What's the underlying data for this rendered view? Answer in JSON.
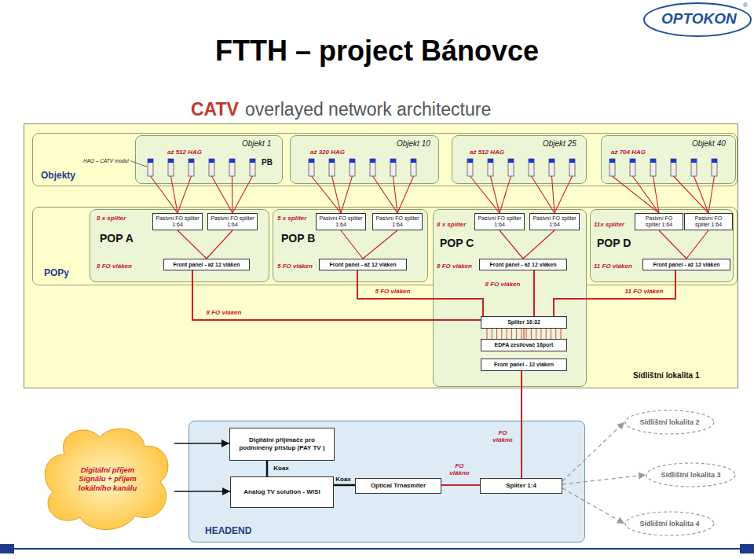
{
  "diagram": {
    "title": "FTTH – project Bánovce",
    "nodes": [
      {
        "text": [
          "Sídlištní lokalita 1"
        ]
      },
      {
        "text": [
          "Objekty"
        ],
        "in": 0
      },
      {
        "text": [
          "Objekt 1",
          "až 512 HAG",
          "PB"
        ],
        "in": 1
      },
      {
        "text": [
          "Objekt 10",
          "až 320 HAG"
        ],
        "in": 1
      },
      {
        "text": [
          "Objekt 25",
          "až 512 HAG"
        ],
        "in": 1
      },
      {
        "text": [
          "Objekt 40",
          "až 704 HAG"
        ],
        "in": 1
      },
      {
        "text": [
          "POPy"
        ],
        "in": 0
      },
      {
        "text": [
          "8 x spliter",
          "POP A",
          "8 FO vláken"
        ],
        "in": 6
      },
      {
        "text": [
          "Pasivní FO spliter 1:64"
        ],
        "in": 7
      },
      {
        "text": [
          "Pasivní FO spliter 1:64"
        ],
        "in": 7
      },
      {
        "text": [
          "Front panel - až 12 vláken"
        ],
        "in": 7
      },
      {
        "text": [
          "5 x spliter",
          "POP B",
          "5 FO vláken"
        ],
        "in": 6
      },
      {
        "text": [
          "Pasivní FO spliter 1:64"
        ],
        "in": 11
      },
      {
        "text": [
          "Pasivní FO spliter 1:64"
        ],
        "in": 11
      },
      {
        "text": [
          "Front panel - až 12 vláken"
        ],
        "in": 11
      },
      {
        "text": [
          "8 x spliter",
          "POP C",
          "8 FO vláken"
        ],
        "in": 6
      },
      {
        "text": [
          "Pasivní FO spliter 1:64"
        ],
        "in": 15
      },
      {
        "text": [
          "Pasivní FO spliter 1:64"
        ],
        "in": 15
      },
      {
        "text": [
          "Front panel - až 12 vláken"
        ],
        "in": 15
      },
      {
        "text": [
          "Spliter 16:32"
        ],
        "in": 15
      },
      {
        "text": [
          "EDFA zesilovač 16port"
        ],
        "in": 15
      },
      {
        "text": [
          "Front panel - 12 vláken"
        ],
        "in": 15
      },
      {
        "text": [
          "11x spliter",
          "POP D",
          "11 FO vláken"
        ],
        "in": 6
      },
      {
        "text": [
          "Pasivní FO spliter 1:64"
        ],
        "in": 22
      },
      {
        "text": [
          "Pasivní FO spliter 1:64"
        ],
        "in": 22
      },
      {
        "text": [
          "Front panel - až 12 vláken"
        ],
        "in": 22
      },
      {
        "text": [
          "HEADEND"
        ]
      },
      {
        "text": [
          "Digitální přijímače pro podmíněný přístup (PAY TV )"
        ],
        "in": 26
      },
      {
        "text": [
          "Analog TV solution - WISI"
        ],
        "in": 26
      },
      {
        "text": [
          "Optical Trnasmiter"
        ],
        "in": 26
      },
      {
        "text": [
          "Spliter 1:4"
        ],
        "in": 26
      },
      {
        "text": [
          "Digitální příjem Signálu + příjem lokálního kanálu"
        ]
      },
      {
        "text": [
          "Sídlištní lokalita 2"
        ]
      },
      {
        "text": [
          "Sídlištní lokalita 3"
        ]
      },
      {
        "text": [
          "Sídlištní lokalita 4"
        ]
      }
    ],
    "edges": [
      {
        "from": 10,
        "to": 8,
        "arrow": "none"
      },
      {
        "from": 10,
        "to": 9,
        "arrow": "none"
      },
      {
        "from": 14,
        "to": 12,
        "arrow": "none"
      },
      {
        "from": 14,
        "to": 13,
        "arrow": "none"
      },
      {
        "from": 18,
        "to": 16,
        "arrow": "none"
      },
      {
        "from": 18,
        "to": 17,
        "arrow": "none"
      },
      {
        "from": 25,
        "to": 23,
        "arrow": "none"
      },
      {
        "from": 25,
        "to": 24,
        "arrow": "none"
      },
      {
        "from": 19,
        "to": 10,
        "label": "8 FO vláken",
        "arrow": "none"
      },
      {
        "from": 19,
        "to": 14,
        "label": "5 FO vláken",
        "arrow": "none"
      },
      {
        "from": 19,
        "to": 18,
        "label": "8 FO vláken",
        "arrow": "none"
      },
      {
        "from": 19,
        "to": 25,
        "label": "11 FO vláken",
        "arrow": "none"
      },
      {
        "from": 19,
        "to": 20,
        "arrow": "none"
      },
      {
        "from": 30,
        "to": 21,
        "label": "FO vlákno",
        "arrow": "none"
      },
      {
        "from": 29,
        "to": 30,
        "label": "FO vlákno",
        "arrow": "none"
      },
      {
        "from": 28,
        "to": 29,
        "label": "Koax",
        "arrow": "none"
      },
      {
        "from": 27,
        "to": 28,
        "label": "Koax",
        "arrow": "none"
      },
      {
        "from": 31,
        "to": 27,
        "arrow": "to"
      },
      {
        "from": 31,
        "to": 28,
        "arrow": "to"
      },
      {
        "from": 30,
        "to": 32,
        "arrow": "to"
      },
      {
        "from": 30,
        "to": 33,
        "arrow": "to"
      },
      {
        "from": 30,
        "to": 34,
        "arrow": "to"
      }
    ],
    "labels": [
      "OPTOKON",
      "®",
      "CATV",
      "overlayed network architecture",
      "HAG – CATV modul"
    ]
  }
}
